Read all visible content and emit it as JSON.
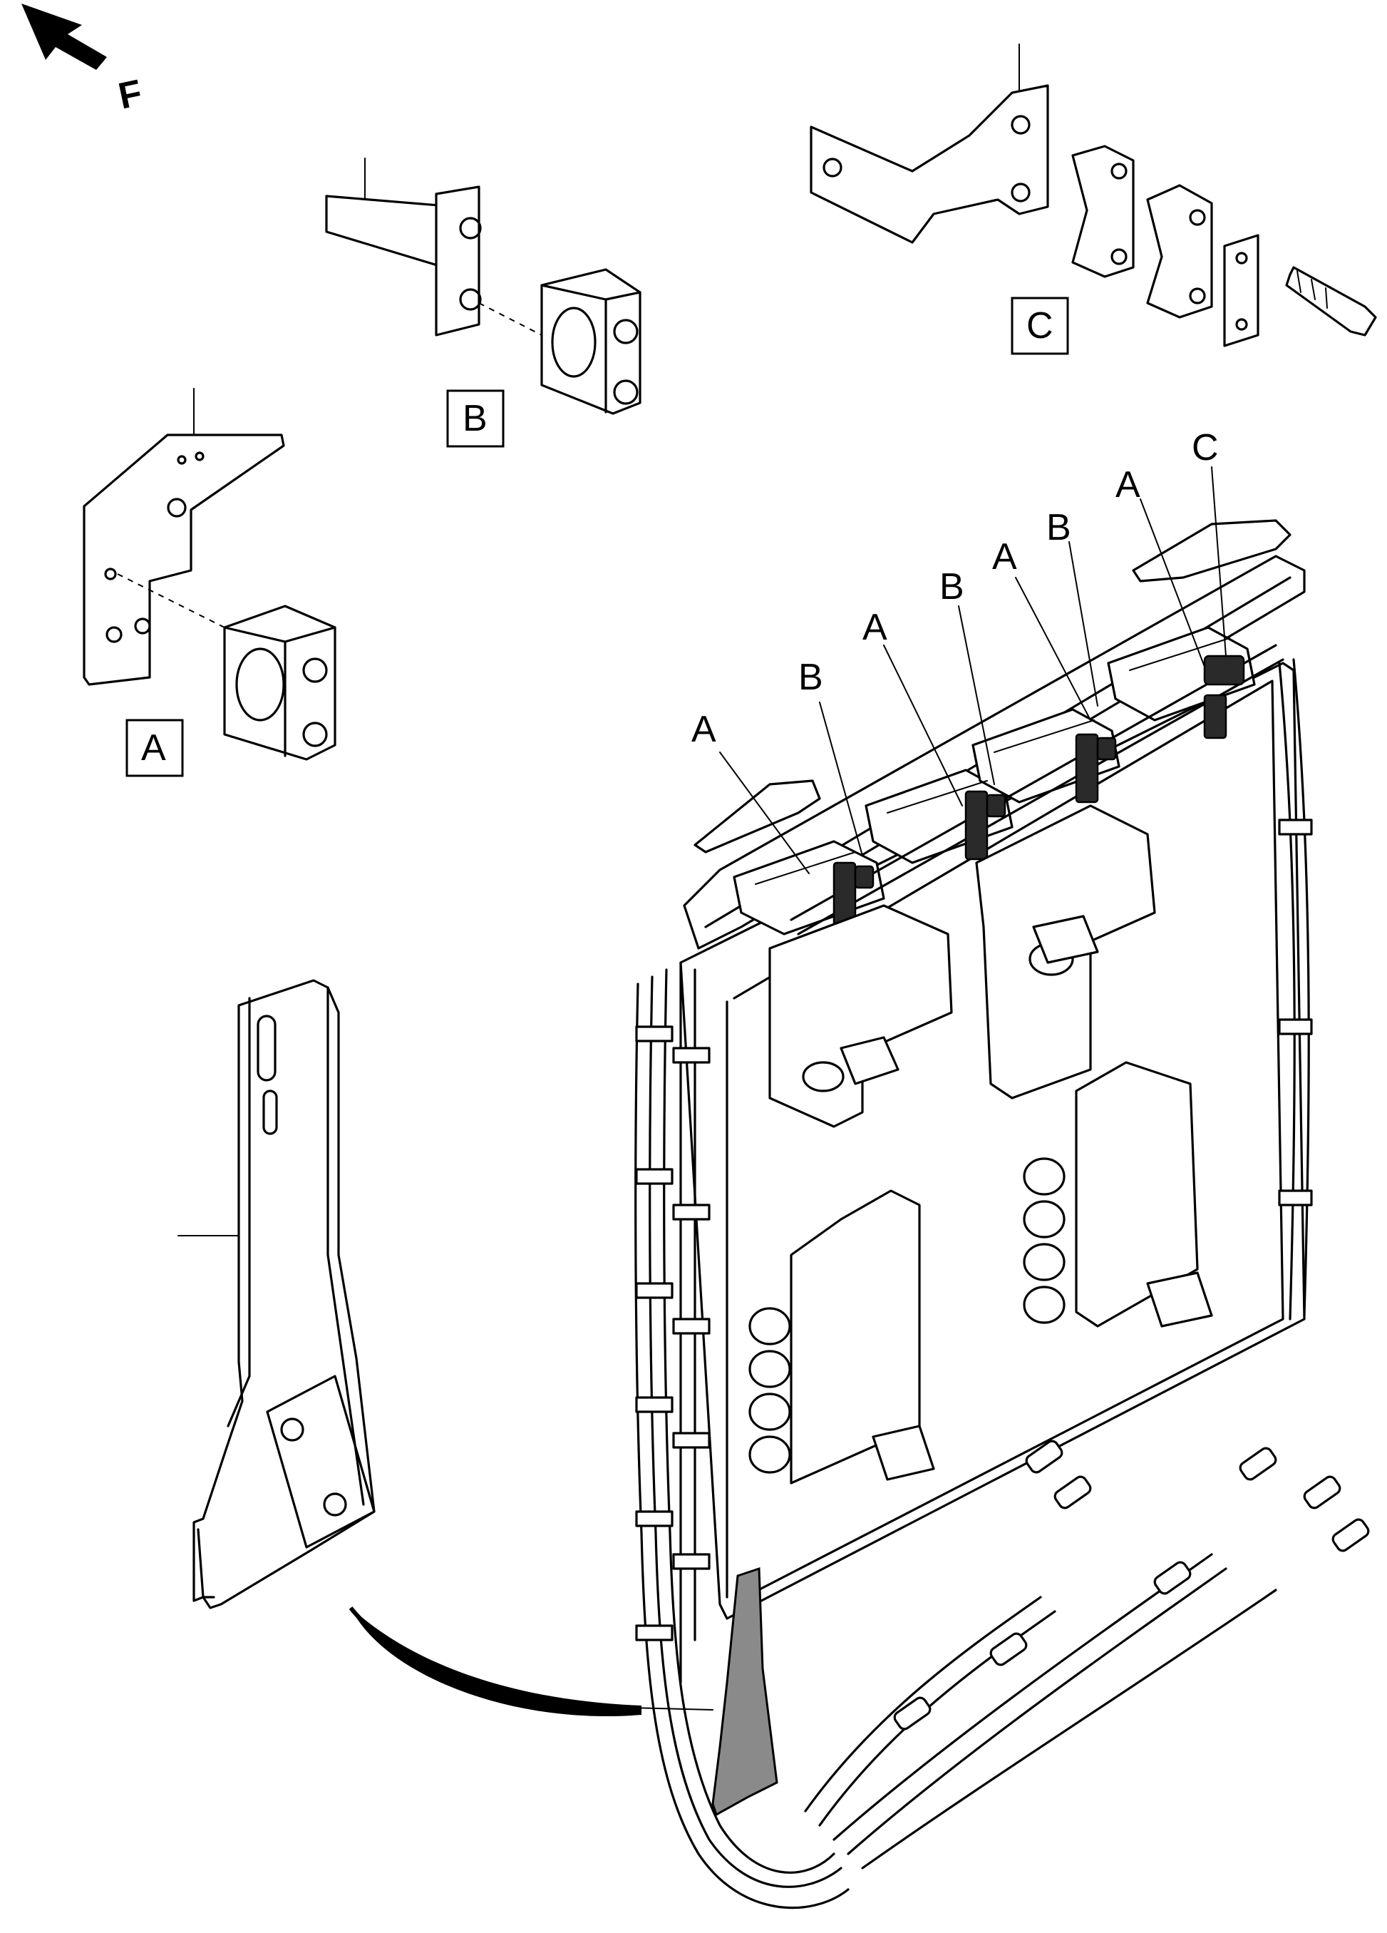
{
  "orientation": {
    "letter": "F"
  },
  "detail_labels": {
    "a": "A",
    "b": "B",
    "c": "C"
  },
  "callouts": [
    "A",
    "B",
    "A",
    "B",
    "A",
    "B",
    "A",
    "C"
  ]
}
